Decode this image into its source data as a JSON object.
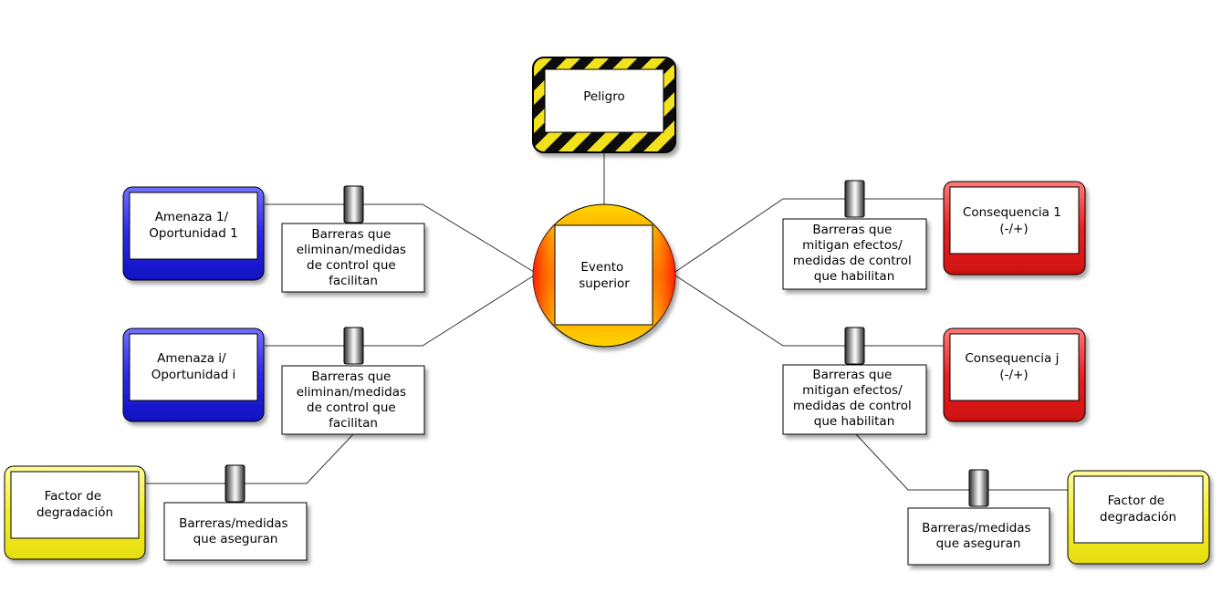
{
  "diagram": {
    "hazard": {
      "lines": [
        "Peligro"
      ]
    },
    "top_event": {
      "lines": [
        "Evento",
        "superior"
      ]
    },
    "threats": [
      {
        "lines": [
          "Amenaza 1/",
          "Oportunidad 1"
        ]
      },
      {
        "lines": [
          "Amenaza i/",
          "Oportunidad i"
        ]
      }
    ],
    "consequences": [
      {
        "lines": [
          "Consequencia 1",
          "(-/+)"
        ]
      },
      {
        "lines": [
          "Consequencia j",
          "(-/+)"
        ]
      }
    ],
    "degradation_factors": [
      {
        "lines": [
          "Factor de",
          "degradación"
        ]
      },
      {
        "lines": [
          "Factor de",
          "degradación"
        ]
      }
    ],
    "prevention_barriers": [
      {
        "lines": [
          "Barreras que",
          "eliminan/medidas",
          "de control que",
          "facilitan"
        ]
      },
      {
        "lines": [
          "Barreras que",
          "eliminan/medidas",
          "de control que",
          "facilitan"
        ]
      }
    ],
    "mitigation_barriers": [
      {
        "lines": [
          "Barreras que",
          "mitigan efectos/",
          "medidas de control",
          "que habilitan"
        ]
      },
      {
        "lines": [
          "Barreras que",
          "mitigan efectos/",
          "medidas de control",
          "que habilitan"
        ]
      }
    ],
    "degradation_barriers": [
      {
        "lines": [
          "Barreras/medidas",
          "que aseguran"
        ]
      },
      {
        "lines": [
          "Barreras/medidas",
          "que aseguran"
        ]
      }
    ],
    "colors": {
      "threat": "#2a2ae8",
      "consequence": "#ee2020",
      "degradation": "#f2ea18",
      "hazard_stripe_yellow": "#f2e21a",
      "hazard_stripe_black": "#111111",
      "top_event_orange": "#ff8c00",
      "top_event_red": "#ee1c00",
      "top_event_yellow": "#ffd800"
    }
  }
}
